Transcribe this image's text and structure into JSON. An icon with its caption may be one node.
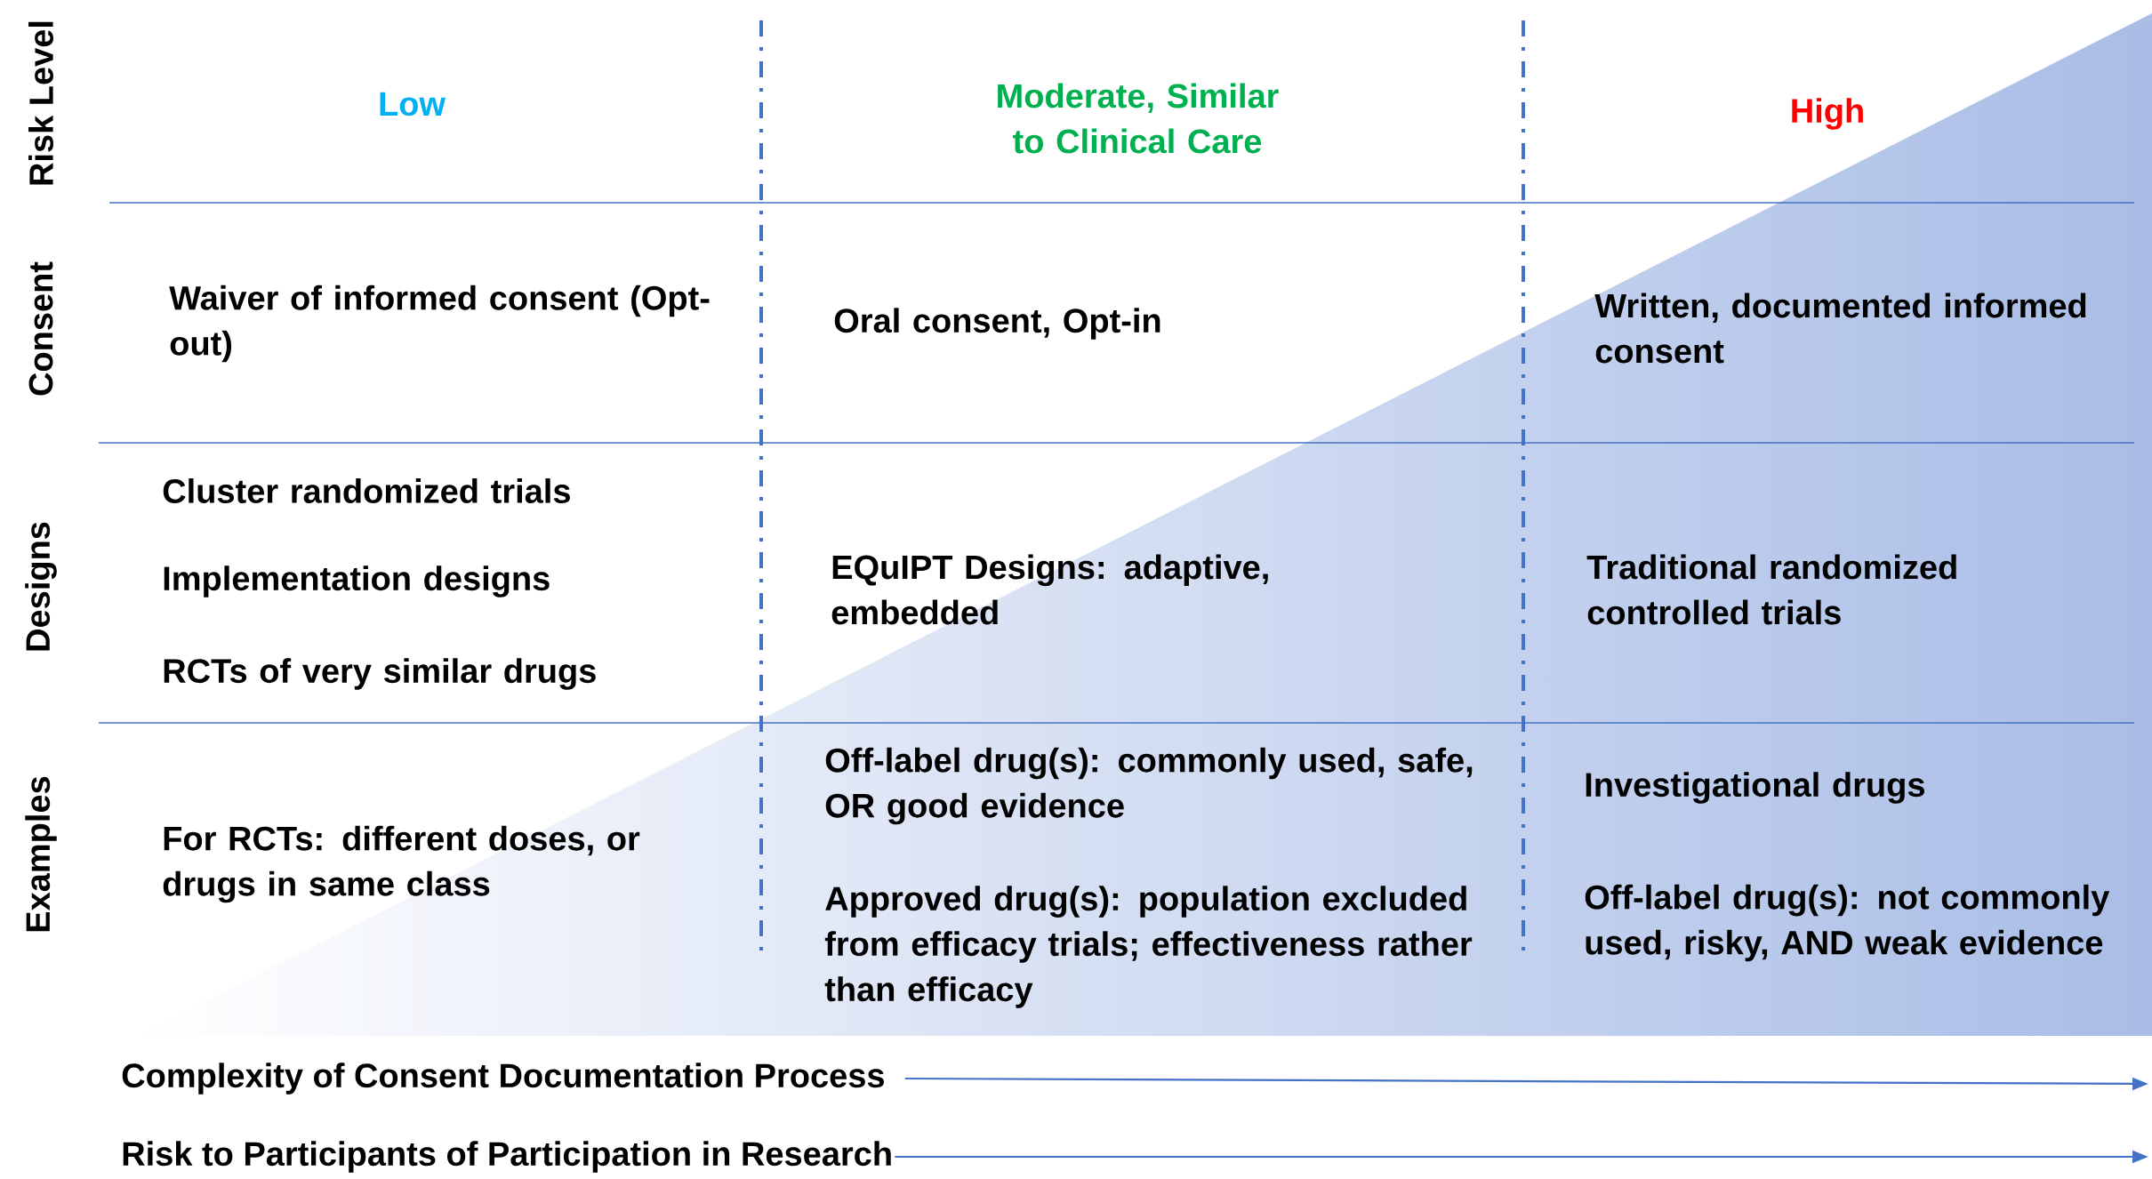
{
  "diagram": {
    "nodes": [
      {
        "text": [
          "Complexity of Consent Documentation Process"
        ]
      },
      {
        "text": [
          "Risk to Participants of Participation in Research"
        ]
      }
    ],
    "edges": [
      {
        "from": 0,
        "to": null,
        "arrow": "to"
      },
      {
        "from": 1,
        "to": null,
        "arrow": "to"
      }
    ],
    "labels": [
      "Risk Level",
      "Low",
      "Moderate, Similar to Clinical Care",
      "High",
      "Consent",
      "Waiver of informed consent (Opt-out)",
      "Oral consent, Opt-in",
      "Written, documented informed consent",
      "Designs",
      "Cluster randomized trials",
      "Implementation designs",
      "RCTs of very similar drugs",
      "EQuIPT Designs: adaptive, embedded",
      "Traditional randomized controlled trials",
      "Examples",
      "For RCTs: different doses, or drugs in same class",
      "Off-label drug(s): commonly used, safe, OR good evidence",
      "Approved drug(s): population excluded from efficacy trials; effectiveness rather than efficacy",
      "Investigational drugs",
      "Off-label drug(s): not commonly used, risky, AND weak evidence"
    ]
  }
}
